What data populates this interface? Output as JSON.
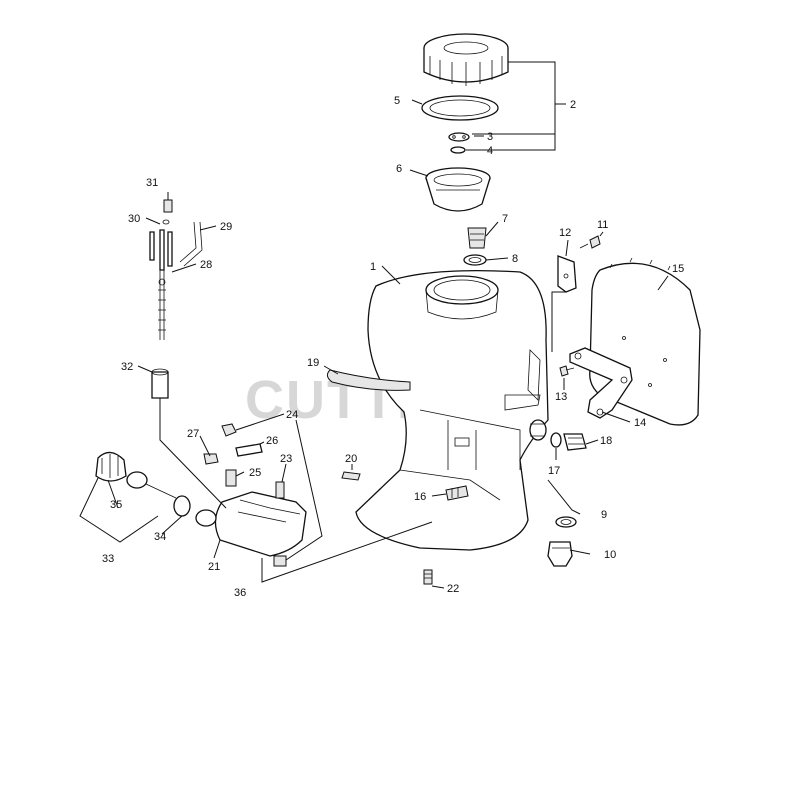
{
  "watermark": "CUTTER'S",
  "parts": [
    {
      "id": "p1",
      "label": "1"
    },
    {
      "id": "p2",
      "label": "2"
    },
    {
      "id": "p3",
      "label": "3"
    },
    {
      "id": "p4",
      "label": "4"
    },
    {
      "id": "p5",
      "label": "5"
    },
    {
      "id": "p6",
      "label": "6"
    },
    {
      "id": "p7",
      "label": "7"
    },
    {
      "id": "p8",
      "label": "8"
    },
    {
      "id": "p9",
      "label": "9"
    },
    {
      "id": "p10",
      "label": "10"
    },
    {
      "id": "p11",
      "label": "11"
    },
    {
      "id": "p12",
      "label": "12"
    },
    {
      "id": "p13",
      "label": "13"
    },
    {
      "id": "p14",
      "label": "14"
    },
    {
      "id": "p15",
      "label": "15"
    },
    {
      "id": "p16",
      "label": "16"
    },
    {
      "id": "p17",
      "label": "17"
    },
    {
      "id": "p18",
      "label": "18"
    },
    {
      "id": "p19",
      "label": "19"
    },
    {
      "id": "p20",
      "label": "20"
    },
    {
      "id": "p21",
      "label": "21"
    },
    {
      "id": "p22",
      "label": "22"
    },
    {
      "id": "p23",
      "label": "23"
    },
    {
      "id": "p24",
      "label": "24"
    },
    {
      "id": "p25",
      "label": "25"
    },
    {
      "id": "p26",
      "label": "26"
    },
    {
      "id": "p27",
      "label": "27"
    },
    {
      "id": "p28",
      "label": "28"
    },
    {
      "id": "p29",
      "label": "29"
    },
    {
      "id": "p30",
      "label": "30"
    },
    {
      "id": "p31",
      "label": "31"
    },
    {
      "id": "p32",
      "label": "32"
    },
    {
      "id": "p33",
      "label": "33"
    },
    {
      "id": "p34",
      "label": "34"
    },
    {
      "id": "p35",
      "label": "35"
    },
    {
      "id": "p36",
      "label": "36"
    }
  ]
}
